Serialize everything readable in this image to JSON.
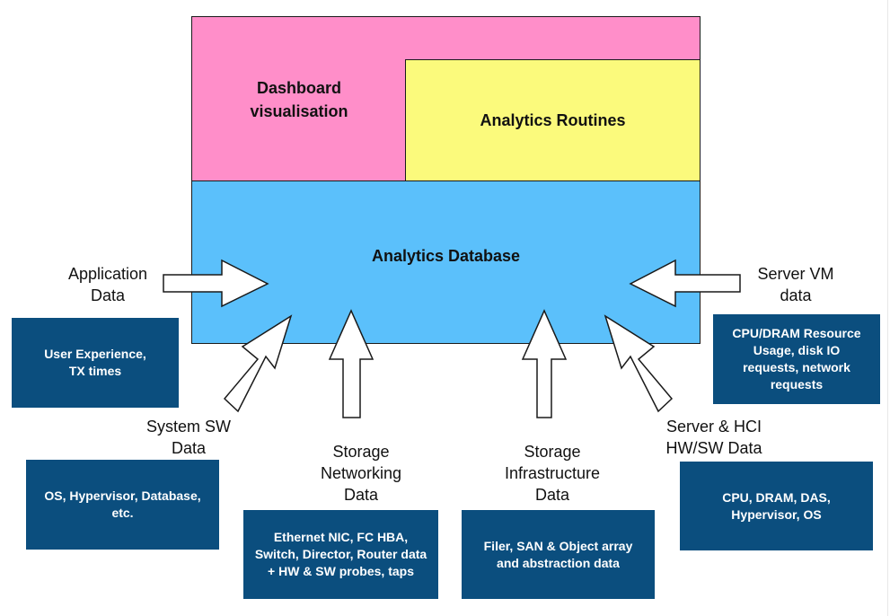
{
  "diagram": {
    "dashboard": "Dashboard visualisation",
    "routines": "Analytics Routines",
    "database": "Analytics Database",
    "colors": {
      "dashboard": "#ff8ec9",
      "routines": "#fbfa7c",
      "database": "#5bc0fb",
      "info_box": "#0b4e7e"
    },
    "sources": {
      "application": {
        "label": "Application Data",
        "details": "User Experience, TX times"
      },
      "system_sw": {
        "label": "System SW Data",
        "details": "OS, Hypervisor, Database, etc."
      },
      "storage_networking": {
        "label": "Storage Networking Data",
        "details": "Ethernet NIC, FC HBA, Switch, Director, Router data + HW & SW probes, taps"
      },
      "storage_infrastructure": {
        "label": "Storage Infrastructure Data",
        "details": "Filer, SAN & Object array and abstraction data"
      },
      "server_hci": {
        "label": "Server & HCI HW/SW Data",
        "details": "CPU, DRAM, DAS, Hypervisor, OS"
      },
      "server_vm": {
        "label": "Server VM data",
        "details": "CPU/DRAM Resource Usage, disk IO requests, network requests"
      }
    }
  }
}
